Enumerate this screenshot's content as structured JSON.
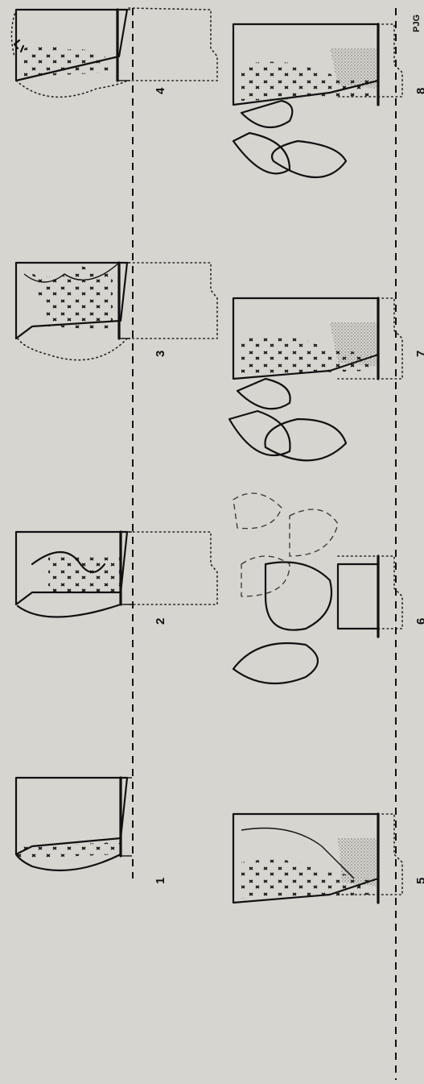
{
  "figure": {
    "panels": [
      {
        "label": "1",
        "stage": "stage-1"
      },
      {
        "label": "2",
        "stage": "stage-2"
      },
      {
        "label": "3",
        "stage": "stage-3"
      },
      {
        "label": "4",
        "stage": "stage-4"
      },
      {
        "label": "5",
        "stage": "stage-5"
      },
      {
        "label": "6",
        "stage": "stage-6"
      },
      {
        "label": "7",
        "stage": "stage-7"
      },
      {
        "label": "8",
        "stage": "stage-8"
      }
    ],
    "signature": "PJG",
    "colors": {
      "background": "#d6d5cf",
      "ink": "#111111"
    }
  }
}
